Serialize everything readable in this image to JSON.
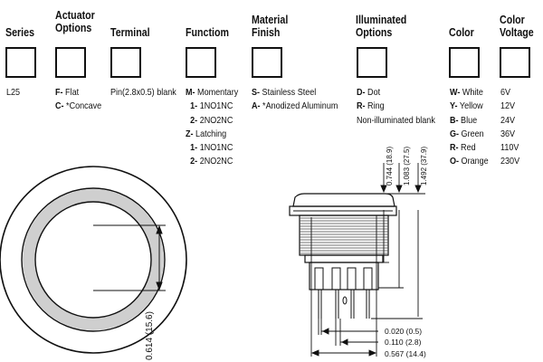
{
  "headers": {
    "series": "Series",
    "actuator_options": [
      "Actuator",
      "Options"
    ],
    "terminal": "Terminal",
    "function": "Functiom",
    "material_finish": [
      "Material",
      "Finish"
    ],
    "illuminated_options": [
      "Illuminated",
      "Options"
    ],
    "color": "Color",
    "color_voltage": [
      "Color",
      "Voltage"
    ]
  },
  "series": {
    "value": "L25"
  },
  "actuator": [
    {
      "code": "F-",
      "label": "Flat"
    },
    {
      "code": "C-",
      "label": "*Concave"
    }
  ],
  "terminal": {
    "value": "Pin(2.8x0.5) blank"
  },
  "function": [
    {
      "code": "M-",
      "label": "Momentary"
    },
    {
      "code": "1-",
      "label": "1NO1NC"
    },
    {
      "code": "2-",
      "label": "2NO2NC"
    },
    {
      "code": "Z-",
      "label": "Latching"
    },
    {
      "code": "1-",
      "label": "1NO1NC"
    },
    {
      "code": "2-",
      "label": "2NO2NC"
    }
  ],
  "material": [
    {
      "code": "S-",
      "label": "Stainless Steel"
    },
    {
      "code": "A-",
      "label": "*Anodized Aluminum"
    }
  ],
  "illuminated": [
    {
      "code": "D-",
      "label": "Dot"
    },
    {
      "code": "R-",
      "label": "Ring"
    },
    {
      "code": "",
      "label": "Non-illuminated blank"
    }
  ],
  "colors": [
    {
      "code": "W-",
      "label": "White"
    },
    {
      "code": "Y-",
      "label": "Yellow"
    },
    {
      "code": "B-",
      "label": "Blue"
    },
    {
      "code": "G-",
      "label": "Green"
    },
    {
      "code": "R-",
      "label": "Red"
    },
    {
      "code": "O-",
      "label": "Orange"
    }
  ],
  "voltages": [
    "6V",
    "12V",
    "24V",
    "36V",
    "110V",
    "230V"
  ],
  "dimensions": {
    "front_diameter": "0.614 (15.6)",
    "height_1": "0.744 (18.9)",
    "height_2": "1.083 (27.5)",
    "height_3": "1.492 (37.9)",
    "pin_thickness": "0.020 (0.5)",
    "pin_width": "0.110 (2.8)",
    "overall_width": "0.567 (14.4)"
  }
}
